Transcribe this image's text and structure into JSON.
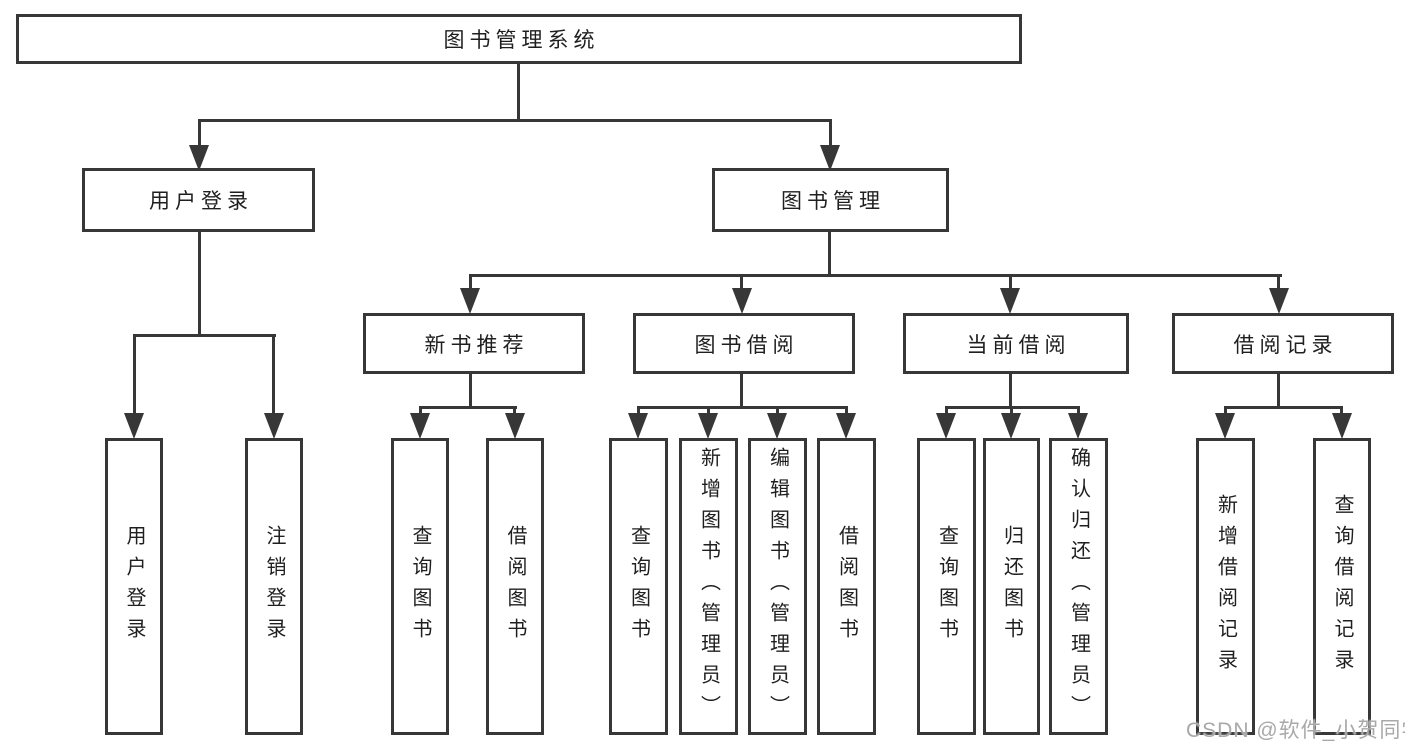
{
  "style": {
    "line_color": "#373737",
    "text_color": "#1f1f1f",
    "box_background": "#ffffff",
    "watermark_color": "#a9a9a9"
  },
  "tree": {
    "root": "图书管理系统",
    "branches": [
      {
        "label": "用户登录",
        "children": [
          "用户登录",
          "注销登录"
        ]
      },
      {
        "label": "图书管理",
        "groups": [
          {
            "label": "新书推荐",
            "children": [
              "查询图书",
              "借阅图书"
            ]
          },
          {
            "label": "图书借阅",
            "children": [
              "查询图书",
              "新增图书（管理员）",
              "编辑图书（管理员）",
              "借阅图书"
            ]
          },
          {
            "label": "当前借阅",
            "children": [
              "查询图书",
              "归还图书",
              "确认归还（管理员）"
            ]
          },
          {
            "label": "借阅记录",
            "children": [
              "新增借阅记录",
              "查询借阅记录"
            ]
          }
        ]
      }
    ]
  },
  "watermark": "CSDN @软件_小贺同学"
}
